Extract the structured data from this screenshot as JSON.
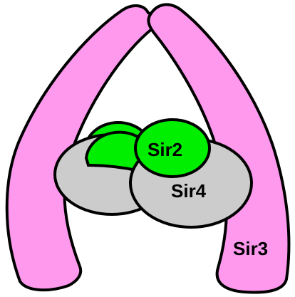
{
  "diagram": {
    "labels": {
      "sir2": "Sir2",
      "sir4": "Sir4",
      "sir3": "Sir3"
    },
    "colors": {
      "sir3_fill": "#ff99ee",
      "sir2_fill": "#00ee00",
      "sir4_fill": "#cccccc",
      "outline": "#000000",
      "background": "#ffffff"
    }
  }
}
